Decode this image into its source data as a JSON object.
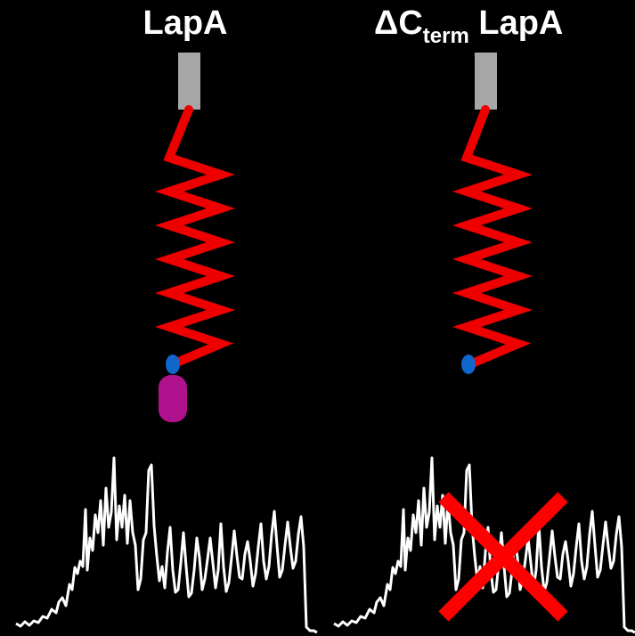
{
  "colors": {
    "background": "#000000",
    "anchor": "#a6a6a6",
    "spring": "#ee0000",
    "bead": "#1166cc",
    "c_terminal_domain": "#b0128e",
    "trace": "#ffffff",
    "cross": "#ff0000"
  },
  "panels": [
    {
      "id": "full-length",
      "title": {
        "prefix": "",
        "main": "LapA",
        "subscript": "",
        "suffix": ""
      },
      "has_c_terminal_domain": true,
      "crossed_out": false
    },
    {
      "id": "c-term-deletion",
      "title": {
        "prefix": "ΔC",
        "main": "",
        "subscript": "term",
        "suffix": " LapA"
      },
      "has_c_terminal_domain": false,
      "crossed_out": true
    }
  ]
}
